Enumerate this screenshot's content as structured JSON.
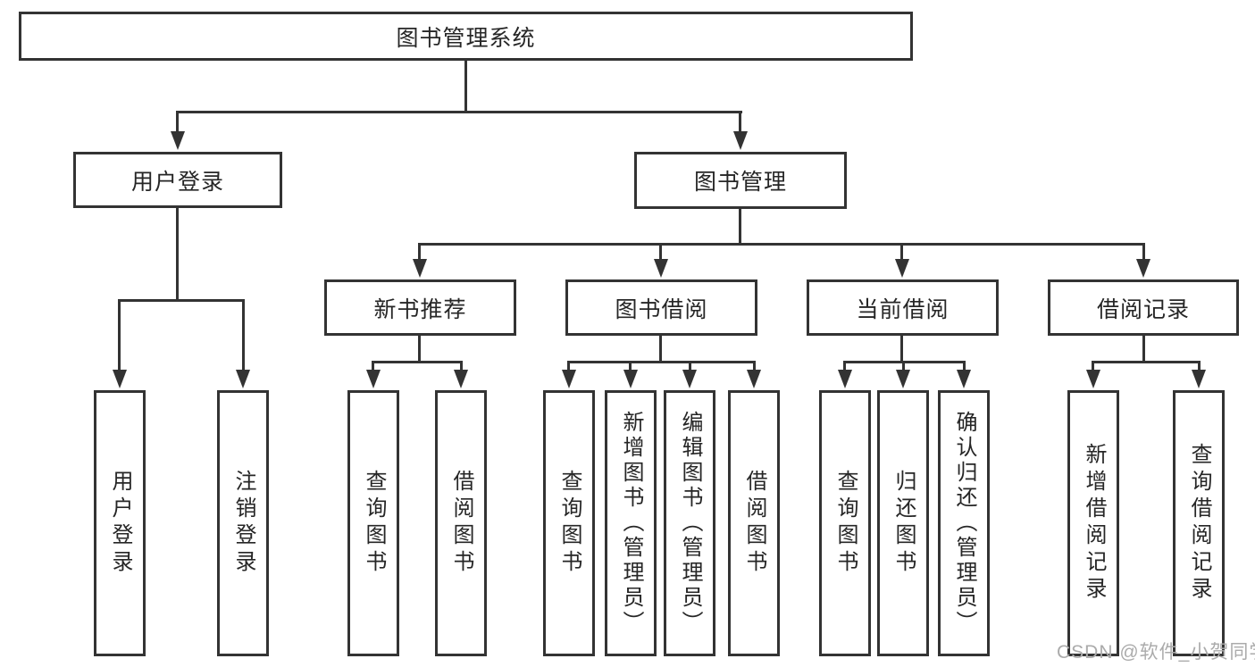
{
  "diagram": {
    "title": "图书管理系统",
    "root": {
      "label": "图书管理系统"
    },
    "level2": [
      {
        "label": "用户登录"
      },
      {
        "label": "图书管理"
      }
    ],
    "level3": [
      {
        "label": "新书推荐"
      },
      {
        "label": "图书借阅"
      },
      {
        "label": "当前借阅"
      },
      {
        "label": "借阅记录"
      }
    ],
    "leaves": [
      {
        "label": "用户登录",
        "parent": "用户登录"
      },
      {
        "label": "注销登录",
        "parent": "用户登录"
      },
      {
        "label": "查询图书",
        "parent": "新书推荐"
      },
      {
        "label": "借阅图书",
        "parent": "新书推荐"
      },
      {
        "label": "查询图书",
        "parent": "图书借阅"
      },
      {
        "label": "新增图书（管理员）",
        "parent": "图书借阅"
      },
      {
        "label": "编辑图书（管理员）",
        "parent": "图书借阅"
      },
      {
        "label": "借阅图书",
        "parent": "图书借阅"
      },
      {
        "label": "查询图书",
        "parent": "当前借阅"
      },
      {
        "label": "归还图书",
        "parent": "当前借阅"
      },
      {
        "label": "确认归还（管理员）",
        "parent": "当前借阅"
      },
      {
        "label": "新增借阅记录",
        "parent": "借阅记录"
      },
      {
        "label": "查询借阅记录",
        "parent": "借阅记录"
      }
    ],
    "colors": {
      "line": "#333333",
      "text": "#262626",
      "background": "#ffffff",
      "watermark": "#ababab"
    }
  },
  "watermark": {
    "text": "CSDN @软件_小贺同学"
  }
}
